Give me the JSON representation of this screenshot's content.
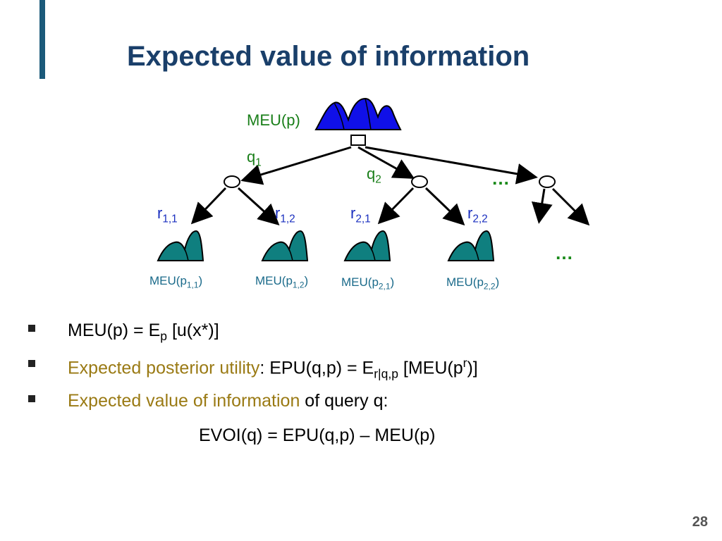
{
  "slide": {
    "title": "Expected value of information",
    "page_number": "28"
  },
  "diagram": {
    "root_label": "MEU(p)",
    "queries": [
      {
        "base": "q",
        "sub": "1"
      },
      {
        "base": "q",
        "sub": "2"
      }
    ],
    "ellipsis_queries": "…",
    "responses": [
      {
        "base": "r",
        "sub": "1,1"
      },
      {
        "base": "r",
        "sub": "1,2"
      },
      {
        "base": "r",
        "sub": "2,1"
      },
      {
        "base": "r",
        "sub": "2,2"
      }
    ],
    "ellipsis_responses": "…",
    "leaf_labels": [
      {
        "pre": "MEU(p",
        "sub": "1,1",
        "post": ")"
      },
      {
        "pre": "MEU(p",
        "sub": "1,2",
        "post": ")"
      },
      {
        "pre": "MEU(p",
        "sub": "2,1",
        "post": ")"
      },
      {
        "pre": "MEU(p",
        "sub": "2,2",
        "post": ")"
      }
    ],
    "colors": {
      "root_dist": "#1010e8",
      "leaf_dist": "#0f7f7f",
      "label_green": "#1a7f1a",
      "label_blue": "#1a2fbf"
    }
  },
  "bullets": [
    {
      "main": "MEU(p) = E",
      "sub": "p",
      "rest": " [u(x*)]"
    },
    {
      "highlight": "Expected posterior utility",
      "rest_a": ": EPU(q,p) = E",
      "sub": "r|q,p",
      "rest_b": " [MEU(p",
      "sup": "r",
      "rest_c": ")]"
    },
    {
      "highlight": "Expected value of information",
      "rest": " of query q:"
    }
  ],
  "formula": "EVOI(q) = EPU(q,p) – MEU(p)"
}
